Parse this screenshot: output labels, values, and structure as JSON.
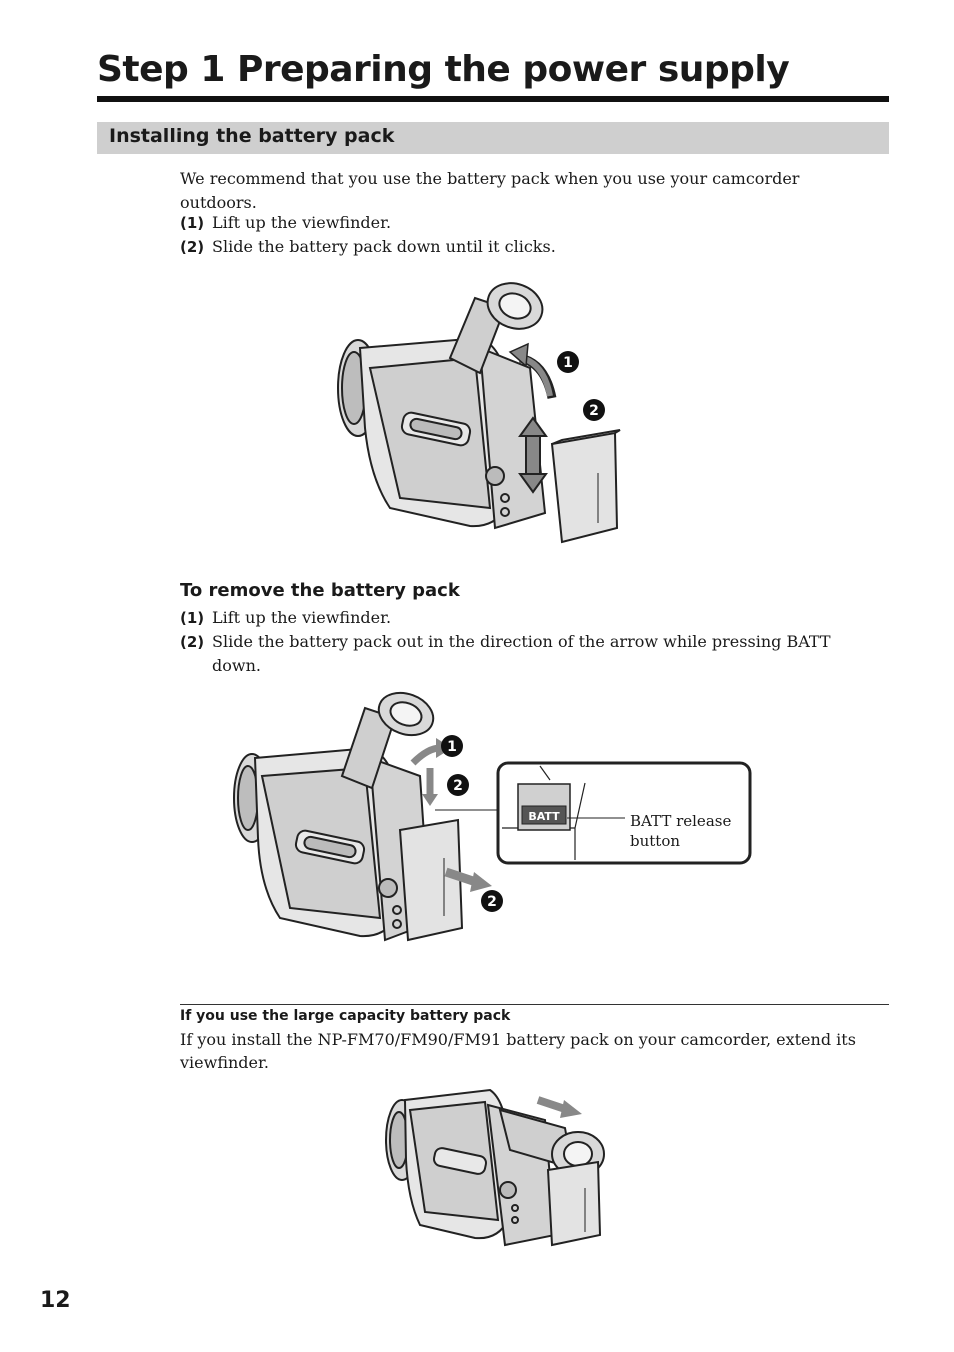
{
  "page": {
    "title": "Step 1  Preparing the power supply",
    "number": "12"
  },
  "section": {
    "heading": "Installing the battery pack",
    "intro": "We recommend that you use the battery pack when you use your camcorder outdoors.",
    "steps": [
      {
        "num": "(1)",
        "text": "Lift up the viewfinder."
      },
      {
        "num": "(2)",
        "text": "Slide the battery pack down until it clicks."
      }
    ]
  },
  "remove": {
    "heading": "To remove the battery pack",
    "steps": [
      {
        "num": "(1)",
        "text": "Lift up the viewfinder."
      },
      {
        "num": "(2)",
        "text": "Slide the battery pack out in the direction of the arrow while pressing BATT down."
      }
    ]
  },
  "figure": {
    "marker_1": "1",
    "marker_2": "2",
    "batt_label": "BATT",
    "batt_release": "BATT  release",
    "batt_release_2": "button"
  },
  "note": {
    "heading": "If you use the large capacity battery pack",
    "text": "If you install the NP-FM70/FM90/FM91 battery pack on your camcorder, extend its viewfinder."
  }
}
